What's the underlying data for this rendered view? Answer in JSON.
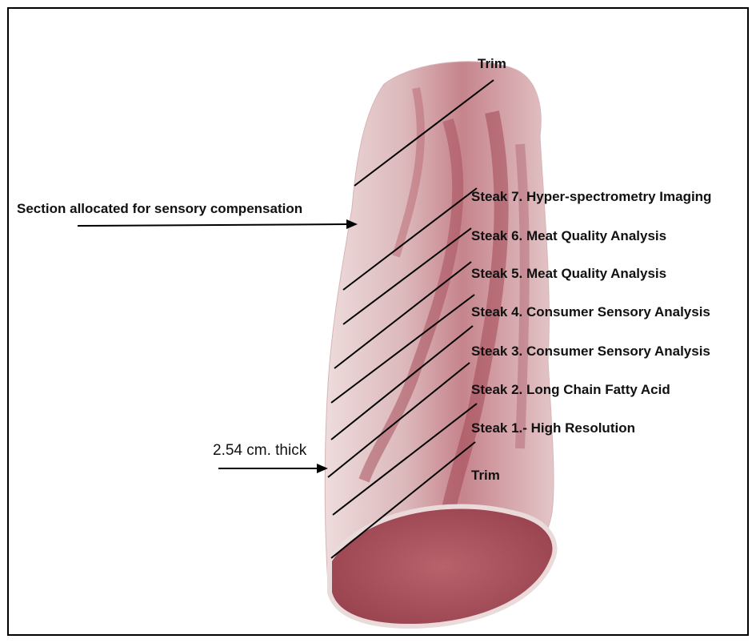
{
  "labels": {
    "trim_top": "Trim",
    "section_sensory": "Section allocated for sensory compensation",
    "steak7": "Steak 7. Hyper-spectrometry Imaging",
    "steak6": "Steak 6. Meat Quality Analysis",
    "steak5": "Steak 5. Meat Quality Analysis",
    "steak4": "Steak 4. Consumer Sensory Analysis",
    "steak3": "Steak 3. Consumer Sensory Analysis",
    "steak2": "Steak 2. Long Chain Fatty Acid",
    "steak1": "Steak 1.- High Resolution",
    "trim_bottom": "Trim",
    "thickness": "2.54 cm. thick"
  },
  "colors": {
    "meat_light": "#e7cfcf",
    "meat_mid": "#c98c93",
    "meat_dark": "#9a3f4d",
    "face": "#b66870",
    "line": "#000000"
  }
}
